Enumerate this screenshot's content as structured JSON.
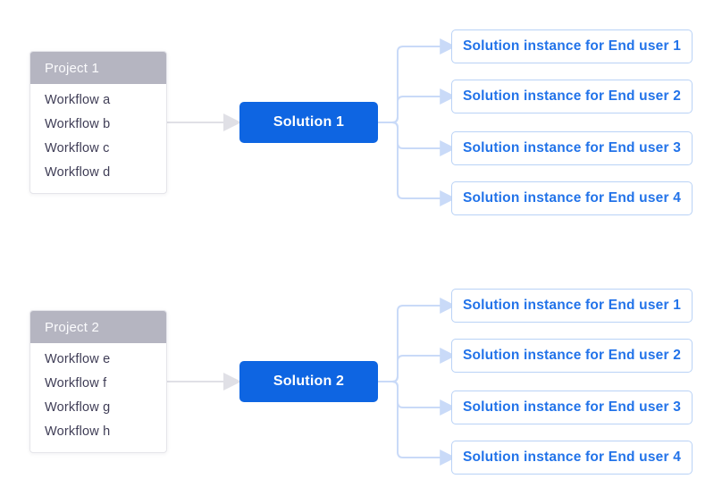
{
  "colors": {
    "background": "#ffffff",
    "solution_bg": "#0e65e2",
    "solution_text": "#ffffff",
    "project_header_bg": "#b5b5c1",
    "project_header_text": "#fbfbfd",
    "workflow_text": "#3f3d56",
    "project_border": "#e5e5ea",
    "instance_border": "#b9d2f6",
    "instance_text": "#2273e9",
    "connector_blue": "#c9daf8",
    "connector_gray": "#e0e0e6"
  },
  "groups": [
    {
      "project": {
        "title": "Project 1",
        "workflows": [
          "Workflow a",
          "Workflow b",
          "Workflow c",
          "Workflow d"
        ]
      },
      "solution": "Solution 1",
      "instances": [
        "Solution instance for End user 1",
        "Solution instance for End user 2",
        "Solution instance for End user 3",
        "Solution instance for End user 4"
      ]
    },
    {
      "project": {
        "title": "Project 2",
        "workflows": [
          "Workflow e",
          "Workflow f",
          "Workflow g",
          "Workflow h"
        ]
      },
      "solution": "Solution 2",
      "instances": [
        "Solution instance for End user 1",
        "Solution instance for End user 2",
        "Solution instance for End user 3",
        "Solution instance for End user 4"
      ]
    }
  ]
}
